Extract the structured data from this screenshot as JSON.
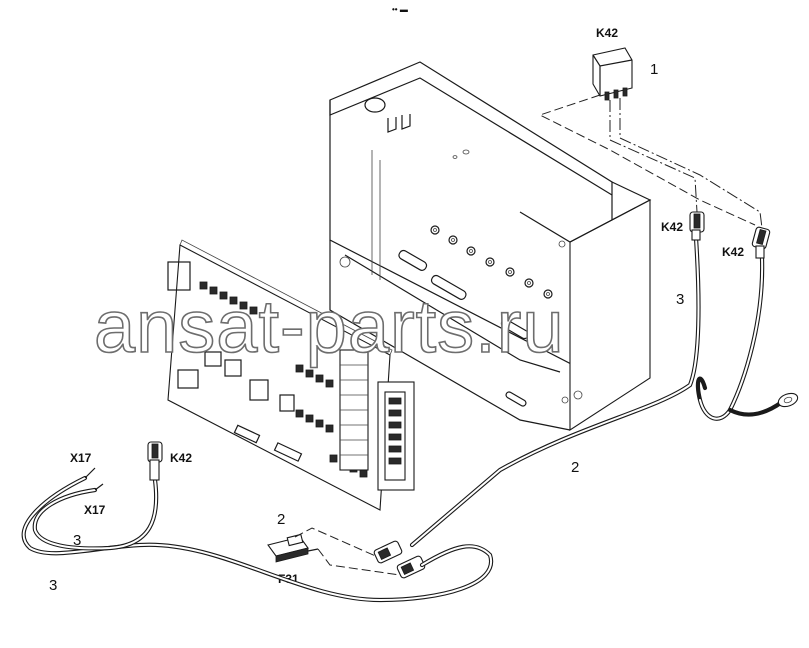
{
  "header_mark": "•• ▬",
  "watermark": "ansat-parts.ru",
  "labels": {
    "k42_relay": "K42",
    "k42_right_a": "K42",
    "k42_right_b": "K42",
    "k42_left": "K42",
    "x17_a": "X17",
    "x17_b": "X17",
    "f31": "F31"
  },
  "callouts": {
    "relay": "1",
    "fuse": "2",
    "cable_main": "2",
    "cable_right": "3",
    "cable_left_a": "3",
    "cable_left_b": "3"
  }
}
